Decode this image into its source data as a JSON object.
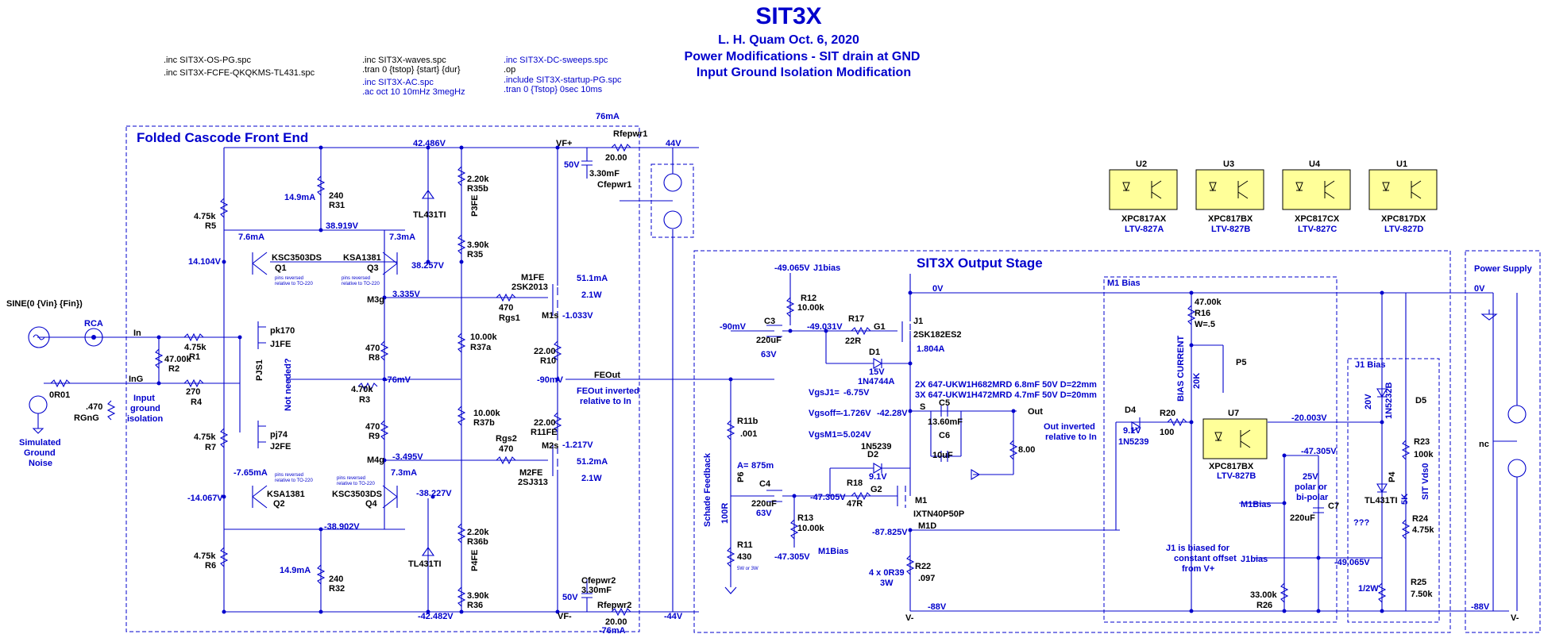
{
  "header": {
    "title": "SIT3X",
    "author": "L. H. Quam  Oct. 6, 2020",
    "line1": "Power Modifications - SIT drain at GND",
    "line2": "Input Ground Isolation Modification"
  },
  "directives": {
    "d1": ".inc SIT3X-OS-PG.spc",
    "d2": ".inc SIT3X-FCFE-QKQKMS-TL431.spc",
    "d3": ".inc SIT3X-waves.spc",
    "d4": ".tran 0 {tstop} {start} {dur}",
    "d5": ".inc SIT3X-AC.spc",
    "d6": ".ac oct 10 10mHz 3megHz",
    "d7": ".inc SIT3X-DC-sweeps.spc",
    "d8": ".op",
    "d9": ".include SIT3X-startup-PG.spc",
    "d10": ".tran 0 {Tstop} 0sec 10ms"
  },
  "front_end": {
    "title": "Folded Cascode Front End",
    "v_42486": "42.486V",
    "vf_plus": "VF+",
    "ma76": "76mA",
    "rfepwr1": "Rfepwr1",
    "r20": "20.00",
    "v44": "44V",
    "v50": "50V",
    "c330": "3.30mF",
    "cfepwr1": "Cfepwr1",
    "ma149": "14.9mA",
    "r240a": "240",
    "r31": "R31",
    "tl431a": "TL431TI",
    "r220a": "2.20k",
    "r35b": "R35b",
    "p3fe": "P3FE",
    "r475a": "4.75k",
    "r5": "R5",
    "v38919": "38.919V",
    "ma76b": "7.6mA",
    "ksc1": "KSC3503DS",
    "q1": "Q1",
    "pins1": "pins reversed",
    "pins1b": "relative to TO-220",
    "ma73a": "7.3mA",
    "ksa1": "KSA1381",
    "q3": "Q3",
    "pins2": "pins reversed",
    "pins2b": "relative to TO-220",
    "v38257": "38.257V",
    "r390a": "3.90k",
    "r35": "R35",
    "v14104": "14.104V",
    "m3g": "M3g",
    "v3335": "3.335V",
    "m1fe": "M1FE",
    "sk2013": "2SK2013",
    "ma511": "51.1mA",
    "w21a": "2.1W",
    "r470a": "470",
    "rgs1": "Rgs1",
    "m1s": "M1s",
    "v1033": "-1.033V",
    "sine": "SINE(0 {Vin} {Fin})",
    "rca": "RCA",
    "in_lbl": "In",
    "pk170": "pk170",
    "j1fe": "J1FE",
    "r475b": "4.75k",
    "r1": "R1",
    "r470b": "470",
    "r8": "R8",
    "r10k": "10.00k",
    "r37a": "R37a",
    "r22a": "22.00",
    "r10": "R10",
    "r47k": "47.00k",
    "r2": "R2",
    "pjs1": "PJS1",
    "notneeded": "Not needed?",
    "v76": "-76mV",
    "r470c": "4.70k",
    "r3": "R3",
    "v90": "-90mV",
    "feout": "FEOut",
    "feinv1": "FEOut inverted",
    "feinv2": "relative to In",
    "r0r01": "0R01",
    "ing": "InG",
    "r270": "270",
    "r4": "R4",
    "r470d": ".470",
    "rgng": "RGnG",
    "igi1": "Input",
    "igi2": "ground",
    "igi3": "isolation",
    "sgn1": "Simulated",
    "sgn2": "Ground",
    "sgn3": "Noise",
    "r470e": "470",
    "r9": "R9",
    "r10kb": "10.00k",
    "r37b": "R37b",
    "r22b": "22.00",
    "r11fe": "R11FE",
    "m2s": "M2s",
    "v1217": "-1.217V",
    "r475c": "4.75k",
    "r7": "R7",
    "pj74": "pj74",
    "j2fe": "J2FE",
    "m4g": "M4g",
    "v3495": "-3.495V",
    "rgs2": "Rgs2",
    "r470f": "470",
    "ma512": "51.2mA",
    "m2fe": "M2FE",
    "sj313": "2SJ313",
    "w21b": "2.1W",
    "ma765": "-7.65mA",
    "pins3": "pins reversed",
    "pins3b": "relative to TO-220",
    "ma73b": "7.3mA",
    "v38227": "-38.227V",
    "v14067": "-14.067V",
    "ksa2": "KSA1381",
    "q2": "Q2",
    "ksc2": "KSC3503DS",
    "q4": "Q4",
    "pins4": "pins reversed",
    "pins4b": "relative to TO-220",
    "v38902": "-38.902V",
    "r220b": "2.20k",
    "r36b": "R36b",
    "p4fe": "P4FE",
    "r475d": "4.75k",
    "r6": "R6",
    "ma149b": "14.9mA",
    "r240b": "240",
    "r32": "R32",
    "tl431b": "TL431TI",
    "r390b": "3.90k",
    "r36": "R36",
    "cfepwr2": "Cfepwr2",
    "c330b": "3.30mF",
    "v50b": "50V",
    "vf_minus": "VF-",
    "rfepwr2": "Rfepwr2",
    "r20b": "20.00",
    "v44b": "-44V",
    "v42482": "-42.482V",
    "ma76c": "-76mA"
  },
  "optos": {
    "u2": "U2",
    "u2p": "XPC817AX",
    "u2n": "LTV-827A",
    "u3": "U3",
    "u3p": "XPC817BX",
    "u3n": "LTV-827B",
    "u4": "U4",
    "u4p": "XPC817CX",
    "u4n": "LTV-827C",
    "u1": "U1",
    "u1p": "XPC817DX",
    "u1n": "LTV-827D"
  },
  "output_stage": {
    "title": "SIT3X Output Stage",
    "v49065": "-49.065V",
    "j1bias": "J1bias",
    "r12v": "10.00k",
    "r12": "R12",
    "v0": "0V",
    "c3": "C3",
    "c3v": "220uF",
    "c3r": "63V",
    "v49031": "-49.031V",
    "r17": "R17",
    "r17v": "22R",
    "g1": "G1",
    "j1": "J1",
    "sk182": "2SK182ES2",
    "a1804": "1.804A",
    "d1": "D1",
    "d1v": "15V",
    "d1p": "1N4744A",
    "v90b": "-90mV",
    "vgsj1a": "VgsJ1=",
    "vgsj1": "-6.75V",
    "vgsoffa": "Vgsoff=",
    "vgsoff": "-1.726V",
    "vgsm1a": "VgsM1=",
    "vgsm1": "-5.024V",
    "caps1": "2X 647-UKW1H682MRD 6.8mF  50V  D=22mm",
    "caps2": "3X 647-UKW1H472MRD 4.7mF  50V  D=20mm",
    "s": "S",
    "v4228": "-42.28V",
    "c5": "C5",
    "c5v": "13.60mF",
    "c6": "C6",
    "c6v": "10uF",
    "r800": "8.00",
    "out": "Out",
    "outinv1": "Out inverted",
    "outinv2": "relative to In",
    "r11b": "R11b",
    "r11bv": ".001",
    "schade": "Schade Feedback",
    "a875a": "A=",
    "a875": "875m",
    "p6": "P6",
    "r100r": "100R",
    "c4": "C4",
    "c4v": "220uF",
    "c4r": "63V",
    "d2": "D2",
    "d2p": "1N5239",
    "d2v": "9.1V",
    "v47305": "-47.305V",
    "r18": "R18",
    "r18v": "47R",
    "g2": "G2",
    "m1": "M1",
    "ixtn": "IXTN40P50P",
    "r13v": "10.00k",
    "r13": "R13",
    "r11": "R11",
    "r11v": "430",
    "r11w": "5W or 3W",
    "v47305b": "-47.305V",
    "m1bias": "M1Bias",
    "v87825": "-87.825V",
    "m1d": "M1D",
    "r22": "R22",
    "r22v": ".097",
    "r22n": "4 x 0R39",
    "r22w": "3W",
    "vminus": "V-",
    "v88": "-88V"
  },
  "m1bias": {
    "title": "M1 Bias",
    "r16v": "47.00k",
    "r16": "R16",
    "r16w": "W=.5",
    "bias": "BIAS CURRENT",
    "p5": "P5",
    "p5v": "20K",
    "d4": "D4",
    "d4v": "9.1V",
    "d4p": "1N5239",
    "r20": "R20",
    "r20v": "100",
    "u7": "U7",
    "u7p": "XPC817BX",
    "u7n": "LTV-827B",
    "v20003": "-20.003V",
    "v47305c": "-47.305V",
    "m1biaslbl": "M1Bias",
    "cap25": "25V",
    "polar": "polar or",
    "bipolar": "bi-polar",
    "c7": "C7",
    "c7v": "220uF",
    "j1note1": "J1 is biased for",
    "j1note2": "constant offset",
    "j1note3": "from V+",
    "j1biaslbl": "J1bias",
    "v49065c": "-49.065V",
    "r26v": "33.00k",
    "r26": "R26"
  },
  "j1bias": {
    "title": "J1 Bias",
    "d5p": "1N5232B",
    "d5v": "20V",
    "d5": "D5",
    "r23": "R23",
    "r23v": "100k",
    "p4": "P4",
    "p4v": "5K",
    "tl431c": "TL431TI",
    "sitvds": "SIT Vds0",
    "r24": "R24",
    "r24v": "4.75k",
    "qqq": "???",
    "r25": "R25",
    "r25v": "7.50k",
    "w12": "1/2W"
  },
  "power": {
    "title": "Power Supply",
    "v0": "0V",
    "nc": "nc",
    "vminus": "V-",
    "v88": "-88V"
  },
  "colors": {
    "wire": "#0000cc",
    "opto_fill": "#ffff99",
    "text": "#000000"
  }
}
